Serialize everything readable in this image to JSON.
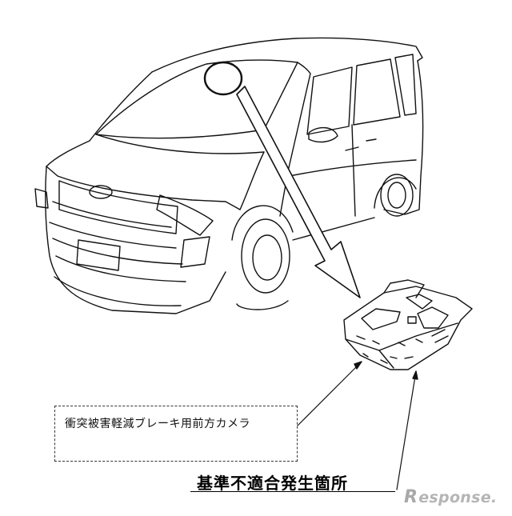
{
  "part_label": "衝突被害軽減ブレーキ用前方カメラ",
  "nonconformity_label": "基準不適合発生箇所",
  "watermark": {
    "icon": "response-r-logo-icon",
    "text": "esponse."
  }
}
